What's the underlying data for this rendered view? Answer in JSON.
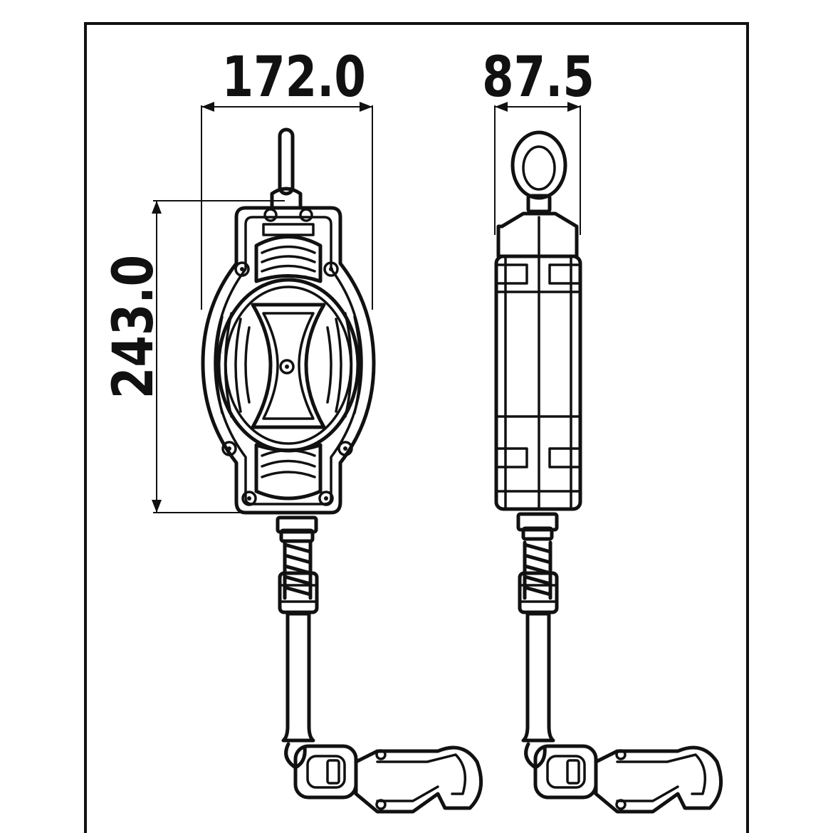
{
  "dimensions": {
    "front_width": "172.0",
    "side_width": "87.5",
    "front_height": "243.0"
  },
  "colors": {
    "line": "#111111",
    "background": "#ffffff"
  }
}
